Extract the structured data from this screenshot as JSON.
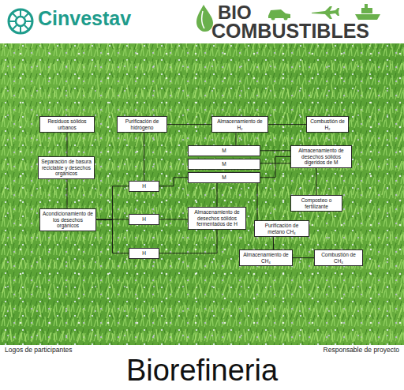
{
  "diagram": {
    "title": "Biorefineria",
    "nodes": [
      {
        "text": [
          "Residuos sólidos urbanos"
        ]
      },
      {
        "text": [
          "Purificación de hidrógeno"
        ]
      },
      {
        "text": [
          "Almacenamiento de H₂"
        ]
      },
      {
        "text": [
          "Combustión de H₂"
        ]
      },
      {
        "text": [
          "Separación de basura reciclable y desechos orgánicos"
        ]
      },
      {
        "text": [
          "M"
        ]
      },
      {
        "text": [
          "M"
        ]
      },
      {
        "text": [
          "M"
        ]
      },
      {
        "text": [
          "Almacenamiento de desechos sólidos digeridos de M"
        ]
      },
      {
        "text": [
          "H"
        ]
      },
      {
        "text": [
          "Acondicionamiento de los desechos orgánicos"
        ]
      },
      {
        "text": [
          "H"
        ]
      },
      {
        "text": [
          "Almacenamiento de desechos sólidos fermentados de H"
        ]
      },
      {
        "text": [
          "Composteo o fertilizante"
        ]
      },
      {
        "text": [
          "Purificación de metano CH₄"
        ]
      },
      {
        "text": [
          "H"
        ]
      },
      {
        "text": [
          "Almacenamiento de CH₄"
        ]
      },
      {
        "text": [
          "Combustión de CH₄"
        ]
      }
    ],
    "edges": [
      {
        "from": 0,
        "to": 4,
        "arrow": "none"
      },
      {
        "from": 4,
        "to": 10,
        "arrow": "none"
      },
      {
        "from": 10,
        "to": 9,
        "arrow": "none"
      },
      {
        "from": 10,
        "to": 11,
        "arrow": "none"
      },
      {
        "from": 10,
        "to": 15,
        "arrow": "none"
      },
      {
        "from": 9,
        "to": 1,
        "arrow": "none"
      },
      {
        "from": 1,
        "to": 2,
        "arrow": "none"
      },
      {
        "from": 2,
        "to": 3,
        "arrow": "none"
      },
      {
        "from": 2,
        "to": 5,
        "arrow": "none"
      },
      {
        "from": 9,
        "to": 7,
        "arrow": "none"
      },
      {
        "from": 5,
        "to": 8,
        "arrow": "none"
      },
      {
        "from": 6,
        "to": 8,
        "arrow": "none"
      },
      {
        "from": 7,
        "to": 8,
        "arrow": "none"
      },
      {
        "from": 8,
        "to": 13,
        "arrow": "none"
      },
      {
        "from": 7,
        "to": 12,
        "arrow": "none"
      },
      {
        "from": 11,
        "to": 12,
        "arrow": "none"
      },
      {
        "from": 15,
        "to": 12,
        "arrow": "none"
      },
      {
        "from": 7,
        "to": 14,
        "arrow": "none"
      },
      {
        "from": 14,
        "to": 16,
        "arrow": "none"
      },
      {
        "from": 16,
        "to": 17,
        "arrow": "none"
      }
    ],
    "labels": [
      "Cinvestav",
      "BIO",
      "COMBUSTIBLES",
      "Logos de participantes",
      "Responsable de proyecto"
    ]
  }
}
